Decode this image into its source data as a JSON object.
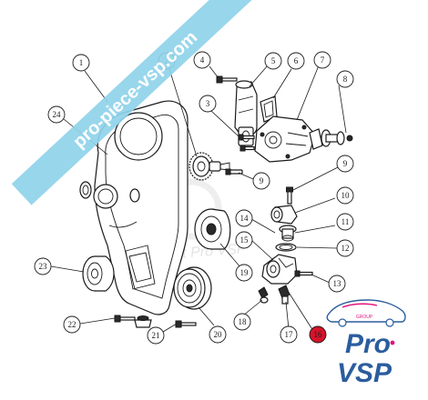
{
  "watermark": {
    "banner_text": "pro-piece-vsp.com",
    "faint_text": "copyright Pro VSP",
    "banner_color": "#8fd3ea"
  },
  "logo": {
    "tag": "GROUP",
    "line1": "Pro",
    "line2": "VSP",
    "brand_color": "#2b5d9e",
    "accent_color": "#e0147a"
  },
  "callouts": [
    {
      "id": "1",
      "label": "1"
    },
    {
      "id": "2",
      "label": "2"
    },
    {
      "id": "3",
      "label": "3"
    },
    {
      "id": "4",
      "label": "4"
    },
    {
      "id": "5",
      "label": "5"
    },
    {
      "id": "6",
      "label": "6"
    },
    {
      "id": "7",
      "label": "7"
    },
    {
      "id": "8",
      "label": "8"
    },
    {
      "id": "9a",
      "label": "9"
    },
    {
      "id": "9b",
      "label": "9"
    },
    {
      "id": "10",
      "label": "10"
    },
    {
      "id": "11",
      "label": "11"
    },
    {
      "id": "12",
      "label": "12"
    },
    {
      "id": "13",
      "label": "13"
    },
    {
      "id": "14",
      "label": "14"
    },
    {
      "id": "15",
      "label": "15"
    },
    {
      "id": "16",
      "label": "16",
      "highlight": true,
      "color": "#d4142a"
    },
    {
      "id": "17",
      "label": "17"
    },
    {
      "id": "18",
      "label": "18"
    },
    {
      "id": "19",
      "label": "19"
    },
    {
      "id": "20",
      "label": "20"
    },
    {
      "id": "21",
      "label": "21"
    },
    {
      "id": "22",
      "label": "22"
    },
    {
      "id": "23",
      "label": "23"
    },
    {
      "id": "24",
      "label": "24"
    }
  ]
}
